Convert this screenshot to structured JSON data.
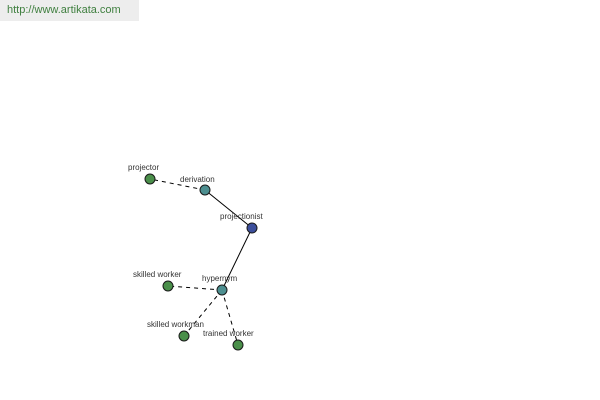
{
  "url": "http://www.artikata.com",
  "colors": {
    "central": "#3c4f9c",
    "relation": "#4d8f90",
    "leaf": "#4a8f4a",
    "url_text": "#3f7f3f"
  },
  "graph": {
    "nodes": [
      {
        "id": "projectionist",
        "label": "projectionist",
        "kind": "central"
      },
      {
        "id": "derivation",
        "label": "derivation",
        "kind": "relation"
      },
      {
        "id": "projector",
        "label": "projector",
        "kind": "leaf"
      },
      {
        "id": "hypernym",
        "label": "hypernym",
        "kind": "relation"
      },
      {
        "id": "skilled-worker",
        "label": "skilled worker",
        "kind": "leaf"
      },
      {
        "id": "skilled-workman",
        "label": "skilled workman",
        "kind": "leaf"
      },
      {
        "id": "trained-worker",
        "label": "trained worker",
        "kind": "leaf"
      }
    ],
    "edges": [
      {
        "from": "projectionist",
        "to": "derivation",
        "style": "solid"
      },
      {
        "from": "derivation",
        "to": "projector",
        "style": "dashed"
      },
      {
        "from": "projectionist",
        "to": "hypernym",
        "style": "solid"
      },
      {
        "from": "hypernym",
        "to": "skilled-worker",
        "style": "dashed"
      },
      {
        "from": "hypernym",
        "to": "skilled-workman",
        "style": "dashed"
      },
      {
        "from": "hypernym",
        "to": "trained-worker",
        "style": "dashed"
      }
    ]
  }
}
